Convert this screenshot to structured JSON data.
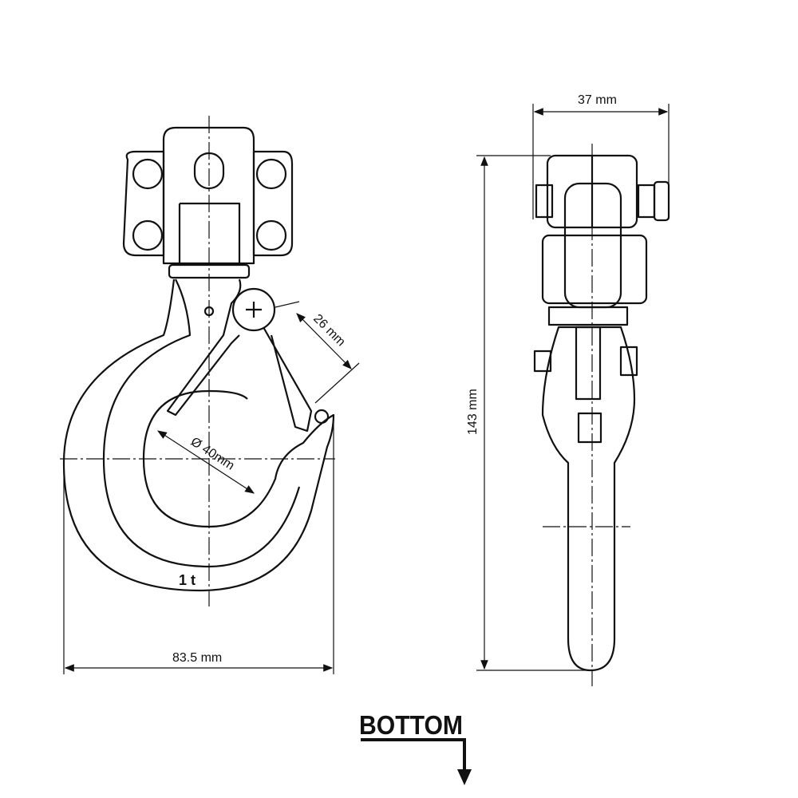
{
  "dimensions": {
    "side_width": "37 mm",
    "height": "143 mm",
    "latch_length": "26 mm",
    "throat_diameter": "Ø 40mm",
    "hook_width": "83.5 mm"
  },
  "capacity_marking": "1 t",
  "view_label": "BOTTOM",
  "colors": {
    "line": "#111111",
    "background": "#ffffff"
  }
}
